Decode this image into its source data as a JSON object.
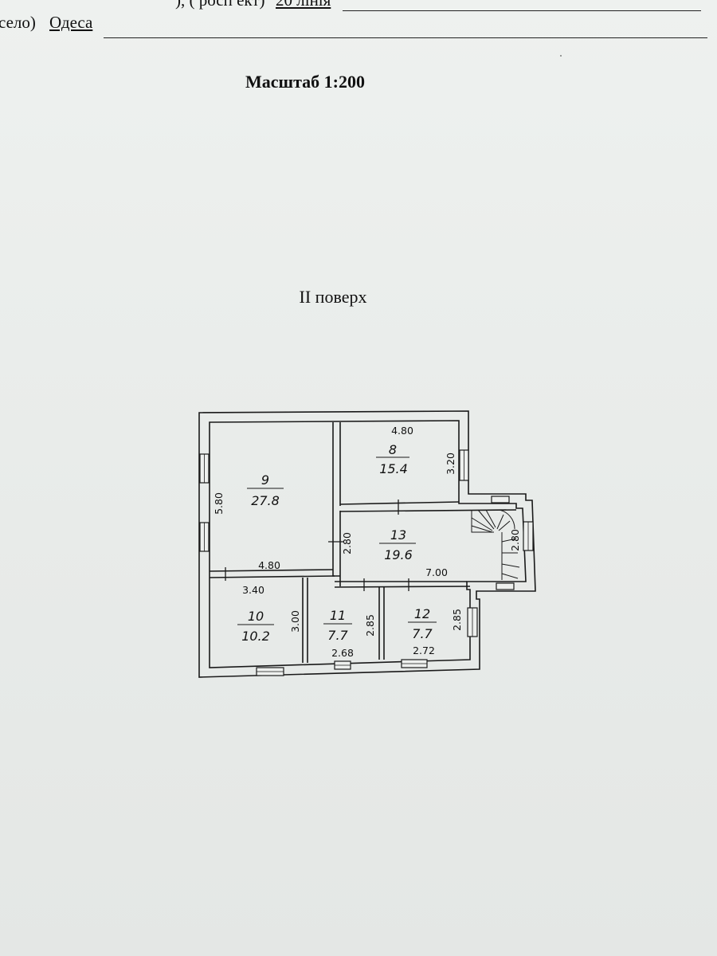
{
  "header": {
    "street_cut_label": "), ( росп ект)",
    "street_value": "20 лінія",
    "city_label": "село)",
    "city_value": "Одеса"
  },
  "scale_label": "Масштаб 1:200",
  "floor_title": "II поверх",
  "rooms": [
    {
      "number": "9",
      "area": "27.8"
    },
    {
      "number": "8",
      "area": "15.4"
    },
    {
      "number": "13",
      "area": "19.6"
    },
    {
      "number": "10",
      "area": "10.2"
    },
    {
      "number": "11",
      "area": "7.7"
    },
    {
      "number": "12",
      "area": "7.7"
    }
  ],
  "dimensions": {
    "room8_width": "4.80",
    "room8_depth": "3.20",
    "room9_depth": "5.80",
    "room9_width": "4.80",
    "room13_depth": "2.80",
    "room13_width": "7.00",
    "stair_depth": "2.80",
    "room10_width": "3.40",
    "room10_depth": "3.00",
    "room11_depth": "2.85",
    "room11_width": "2.68",
    "room12_depth": "2.85",
    "room12_width": "2.72"
  }
}
